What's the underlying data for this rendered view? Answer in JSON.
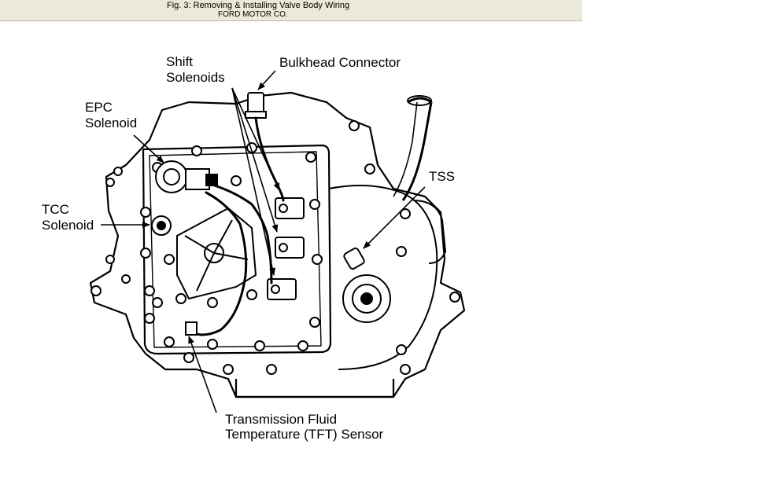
{
  "caption": {
    "title": "Fig. 3: Removing & Installing Valve Body Wiring",
    "source": "FORD MOTOR CO."
  },
  "labels": {
    "shift_solenoids_1": "Shift",
    "shift_solenoids_2": "Solenoids",
    "bulkhead_connector": "Bulkhead Connector",
    "epc_solenoid_1": "EPC",
    "epc_solenoid_2": "Solenoid",
    "tcc_solenoid_1": "TCC",
    "tcc_solenoid_2": "Solenoid",
    "tss": "TSS",
    "tft_sensor_1": "Transmission Fluid",
    "tft_sensor_2": "Temperature (TFT) Sensor"
  }
}
